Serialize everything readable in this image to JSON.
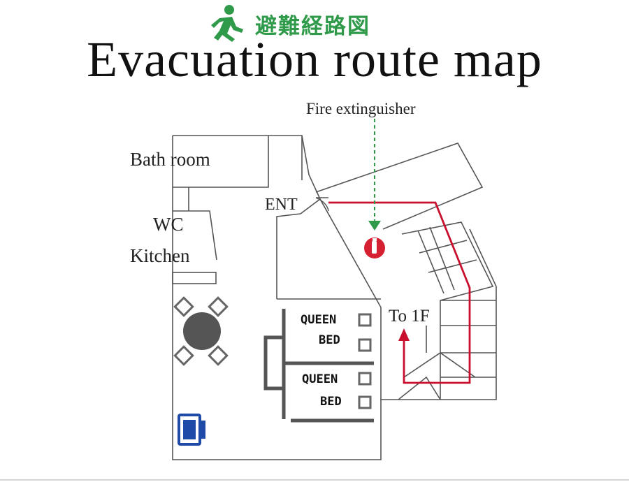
{
  "title_jp": "避難経路図",
  "title_en": "Evacuation route map",
  "labels": {
    "fire_extinguisher": "Fire extinguisher",
    "bath_room": "Bath room",
    "wc": "WC",
    "kitchen": "Kitchen",
    "entrance": "ENT",
    "to_1f": "To 1F"
  },
  "beds": [
    {
      "line1": "QUEEN",
      "line2": "BED"
    },
    {
      "line1": "QUEEN",
      "line2": "BED"
    }
  ],
  "icons": [
    "emergency-exit-running-man",
    "fire-extinguisher",
    "dining-table",
    "appliance"
  ],
  "colors": {
    "title_green": "#2f9a4a",
    "route_red": "#c8102e",
    "extinguisher_red": "#d42030",
    "appliance_blue": "#1f4aa8",
    "wall": "#555555"
  }
}
